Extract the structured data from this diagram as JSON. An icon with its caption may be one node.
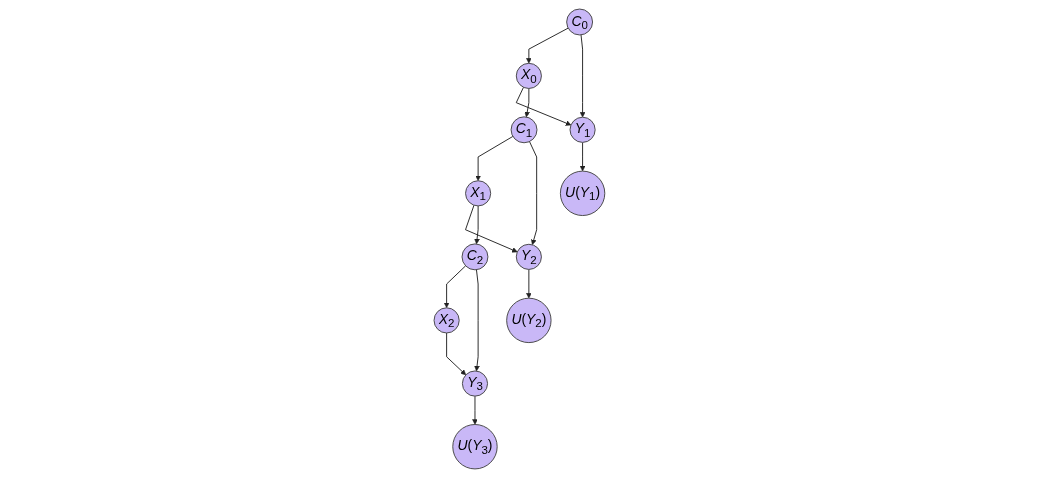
{
  "diagram": {
    "nodes": [
      {
        "text": [
          "*C*$_{0}$"
        ]
      },
      {
        "text": [
          "*C*$_{1}$"
        ]
      },
      {
        "text": [
          "*C*$_{2}$"
        ]
      },
      {
        "text": [
          "*X*$_{0}$"
        ]
      },
      {
        "text": [
          "*Y*$_{1}$"
        ]
      },
      {
        "text": [
          "*X*$_{1}$"
        ]
      },
      {
        "text": [
          "*Y*$_{2}$"
        ]
      },
      {
        "text": [
          "*X*$_{2}$"
        ]
      },
      {
        "text": [
          "*Y*$_{3}$"
        ]
      },
      {
        "text": [
          "*U*(*Y*$_{1}$)"
        ]
      },
      {
        "text": [
          "*U*(*Y*$_{2}$)"
        ]
      },
      {
        "text": [
          "*U*(*Y*$_{3}$)"
        ]
      }
    ],
    "edges": [
      {
        "from": 0,
        "to": 3,
        "arrow": "to"
      },
      {
        "from": 0,
        "to": 4,
        "arrow": "to"
      },
      {
        "from": 3,
        "to": 4,
        "arrow": "to"
      },
      {
        "from": 3,
        "to": 1,
        "arrow": "to"
      },
      {
        "from": 4,
        "to": 9,
        "arrow": "to"
      },
      {
        "from": 1,
        "to": 5,
        "arrow": "to"
      },
      {
        "from": 1,
        "to": 6,
        "arrow": "to"
      },
      {
        "from": 5,
        "to": 6,
        "arrow": "to"
      },
      {
        "from": 5,
        "to": 2,
        "arrow": "to"
      },
      {
        "from": 6,
        "to": 10,
        "arrow": "to"
      },
      {
        "from": 2,
        "to": 7,
        "arrow": "to"
      },
      {
        "from": 2,
        "to": 8,
        "arrow": "to"
      },
      {
        "from": 7,
        "to": 8,
        "arrow": "to"
      },
      {
        "from": 8,
        "to": 11,
        "arrow": "to"
      }
    ]
  }
}
